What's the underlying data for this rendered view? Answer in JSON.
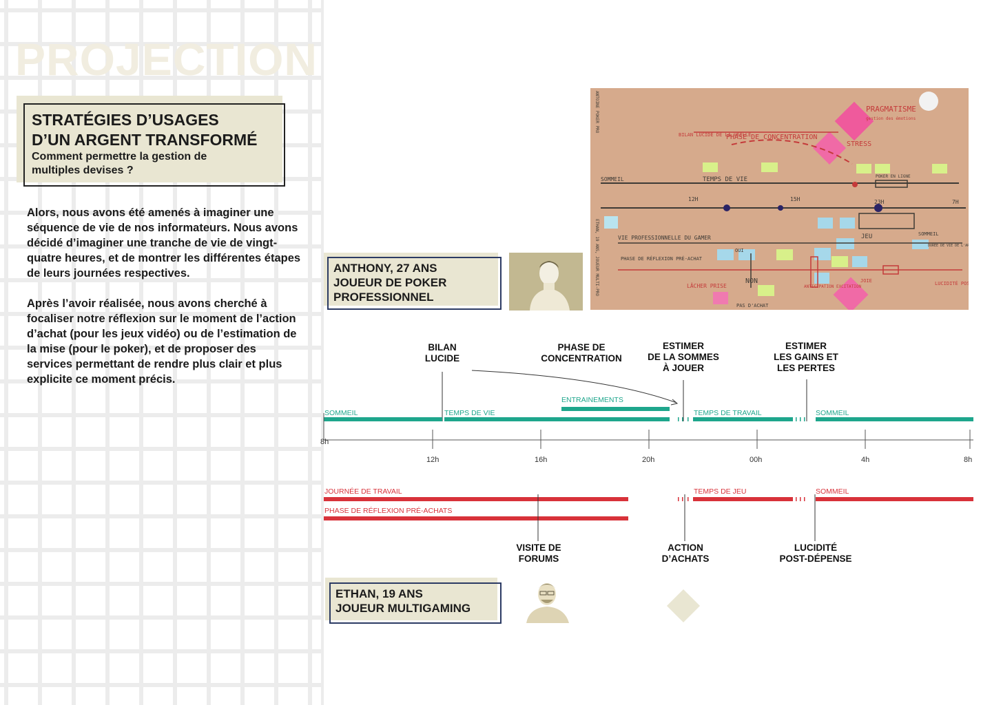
{
  "left": {
    "watermark": "PROJECTION",
    "title_line1": "STRATÉGIES D’USAGES",
    "title_line2": "D’UN ARGENT TRANSFORMÉ",
    "subtitle_line1": "Comment permettre la gestion de",
    "subtitle_line2": "multiples devises ?",
    "paragraph1": "Alors, nous avons été amenés à imaginer une séquence de vie de nos informateurs. Nous avons décidé d’imaginer une tranche de vie de vingt-quatre heures, et de montrer les différentes étapes de leurs journées respectives.",
    "paragraph2": "Après l’avoir réalisée, nous avons cherché à focaliser notre réflexion sur le moment de l’action d’achat (pour les jeux vidéo) ou de l’estimation de la mise (pour le poker), et de proposer des services permettant de rendre plus clair et plus explicite ce moment précis."
  },
  "persona1": {
    "line1": "ANTHONY, 27 ANS",
    "line2": "JOUEUR DE POKER",
    "line3": "PROFESSIONNEL"
  },
  "persona2": {
    "line1": "ETHAN, 19 ANS",
    "line2": "JOUEUR MULTIGAMING"
  },
  "board": {
    "texts": [
      "PRAGMATISME",
      "gestion des émotions",
      "BILAN LUCIDE DE LA VEILLE",
      "PHASE DE CONCENTRATION",
      "STRESS",
      "SOMMEIL",
      "TEMPS DE VIE",
      "POKER EN LIGNE",
      "12H",
      "15H",
      "23H",
      "7H",
      "ETHAN, 19 ANS, JOUEUR MULTI-PRO",
      "VIE PROFESSIONNELLE DU GAMER",
      "JEU",
      "SOMMEIL",
      "DURÉE DE VIE DE L'ARGENT",
      "PHASE DE RÉFLEXION PRÉ-ACHAT",
      "OUI",
      "NON",
      "LÂCHER PRISE",
      "PAS D'ACHAT",
      "ANTICIPATION EXCITATION",
      "JOIE",
      "LUCIDITÉ POST-DÉPENSE",
      "ANTOINE POKER PRO"
    ]
  },
  "timeline": {
    "top_labels": [
      "BILAN\nLUCIDE",
      "PHASE DE\nCONCENTRATION",
      "ESTIMER\nDE LA SOMMES\nÀ JOUER",
      "ESTIMER\nLES GAINS ET\nLES PERTES"
    ],
    "green_bars": [
      "SOMMEIL",
      "TEMPS DE VIE",
      "ENTRAINEMENTS",
      "TEMPS DE TRAVAIL",
      "SOMMEIL"
    ],
    "ticks": [
      "8h",
      "12h",
      "16h",
      "20h",
      "00h",
      "4h",
      "8h"
    ],
    "red_bars": [
      "JOURNÉE DE TRAVAIL",
      "PHASE DE RÉFLEXION PRÉ-ACHATS",
      "TEMPS DE JEU",
      "SOMMEIL"
    ],
    "bottom_labels": [
      "VISITE DE\nFORUMS",
      "ACTION\nD’ACHATS",
      "LUCIDITÉ\nPOST-DÉPENSE"
    ]
  },
  "colors": {
    "green": "#1ea68c",
    "red": "#d8323a",
    "beige": "#e9e6d2",
    "navy": "#2b3a63",
    "kraft": "#d4a98b"
  }
}
